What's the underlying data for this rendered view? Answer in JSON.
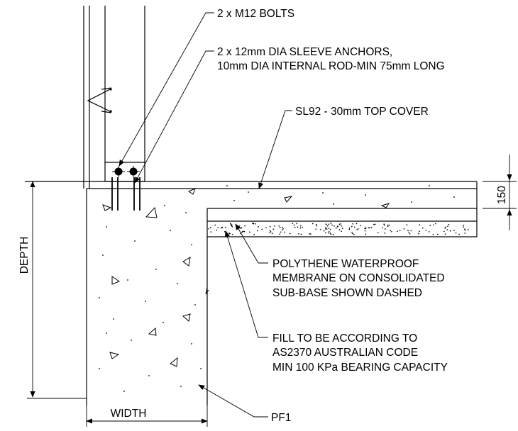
{
  "callouts": {
    "bolts": "2 x M12 BOLTS",
    "anchors_line1": "2 x 12mm DIA SLEEVE ANCHORS,",
    "anchors_line2": "10mm DIA INTERNAL ROD-MIN 75mm LONG",
    "top_cover": "SL92 - 30mm TOP COVER",
    "membrane_line1": "POLYTHENE WATERPROOF",
    "membrane_line2": "MEMBRANE ON CONSOLIDATED",
    "membrane_line3": "SUB-BASE SHOWN DASHED",
    "fill_line1": "FILL TO BE ACCORDING TO",
    "fill_line2": "AS2370 AUSTRALIAN CODE",
    "fill_line3": "MIN 100 KPa BEARING CAPACITY",
    "footing_mark": "PF1"
  },
  "dimensions": {
    "depth": "DEPTH",
    "width": "WIDTH",
    "slab_thickness": "150"
  }
}
